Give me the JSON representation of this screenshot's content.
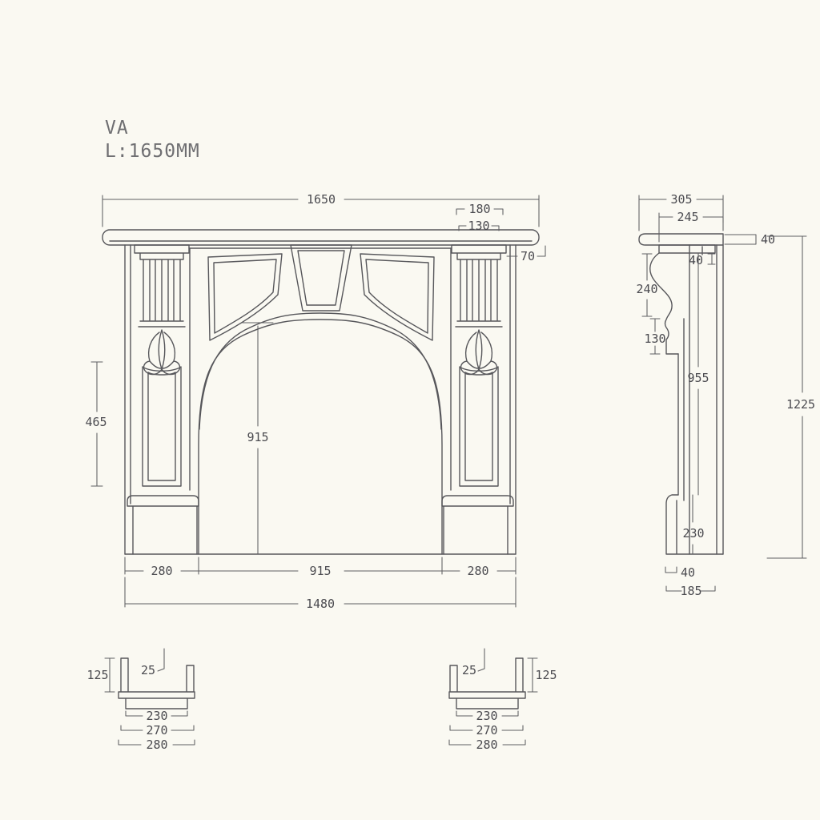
{
  "page": {
    "background": "#faf9f2",
    "line_color": "#57575b",
    "text_color": "#4b4b50"
  },
  "title": {
    "model": "VA",
    "length": "L:1650MM"
  },
  "front_view": {
    "dims": {
      "overall_width": "1650",
      "corbel_width": "180",
      "corbel_flute_width": "130",
      "frieze_height": "70",
      "leg_panel_height": "465",
      "opening_height": "915",
      "left_leg_width": "280",
      "opening_width": "915",
      "right_leg_width": "280",
      "base_width": "1480"
    }
  },
  "side_view": {
    "dims": {
      "shelf_depth": "305",
      "body_depth": "245",
      "shelf_thickness": "40",
      "top_batten": "40",
      "corbel_height": "240",
      "corbel_drop": "130",
      "leg_height": "955",
      "overall_height": "1225",
      "plinth_height": "230",
      "foot_step": "40",
      "plinth_depth": "185"
    }
  },
  "section_left": {
    "dims": {
      "height": "125",
      "wall_thickness": "25",
      "inner_width": "230",
      "mid_width": "270",
      "outer_width": "280"
    }
  },
  "section_right": {
    "dims": {
      "wall_thickness": "25",
      "height": "125",
      "inner_width": "230",
      "mid_width": "270",
      "outer_width": "280"
    }
  }
}
